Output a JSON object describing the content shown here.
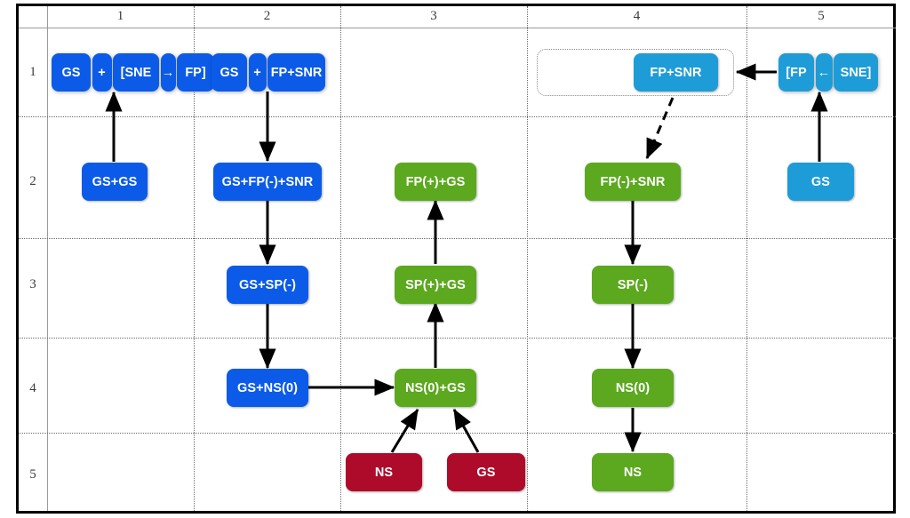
{
  "grid": {
    "column_headers": [
      "1",
      "2",
      "3",
      "4",
      "5"
    ],
    "row_headers": [
      "1",
      "2",
      "3",
      "4",
      "5"
    ]
  },
  "palette": {
    "blue": "#0B5BE8",
    "light_blue": "#1E9CD7",
    "green": "#5CA81F",
    "dark_red": "#AE0B2B",
    "grid_line": "#6B6B6B",
    "border": "#000000",
    "node_text": "#FFFFFF"
  },
  "nodes": {
    "c1r1": {
      "parts": [
        "GS",
        "+",
        "[SNE",
        "→",
        "FP]"
      ],
      "color": "blue"
    },
    "c1r2": {
      "label": "GS+GS",
      "color": "blue"
    },
    "c2r1": {
      "parts": [
        "GS",
        "+",
        "FP+SNR"
      ],
      "color": "blue"
    },
    "c2r2": {
      "label": "GS+FP(-)+SNR",
      "color": "blue"
    },
    "c2r3": {
      "label": "GS+SP(-)",
      "color": "blue"
    },
    "c2r4": {
      "label": "GS+NS(0)",
      "color": "blue"
    },
    "c3r2": {
      "label": "FP(+)+GS",
      "color": "green"
    },
    "c3r3": {
      "label": "SP(+)+GS",
      "color": "green"
    },
    "c3r4": {
      "label": "NS(0)+GS",
      "color": "green"
    },
    "c3r5a": {
      "label": "NS",
      "color": "dark_red"
    },
    "c3r5b": {
      "label": "GS",
      "color": "dark_red"
    },
    "c4r1": {
      "label": "FP+SNR",
      "color": "light_blue"
    },
    "c4r2": {
      "label": "FP(-)+SNR",
      "color": "green"
    },
    "c4r3": {
      "label": "SP(-)",
      "color": "green"
    },
    "c4r4": {
      "label": "NS(0)",
      "color": "green"
    },
    "c4r5": {
      "label": "NS",
      "color": "green"
    },
    "c5r1": {
      "parts": [
        "[FP",
        "←",
        "SNE]"
      ],
      "color": "light_blue"
    },
    "c5r2": {
      "label": "GS",
      "color": "light_blue"
    }
  },
  "edges": [
    {
      "name": "c1r1-to-c2r1",
      "style": "solid",
      "from": "c1r1",
      "to": "c2r1"
    },
    {
      "name": "c1r2-to-c1r1",
      "style": "solid",
      "from": "c1r2",
      "to": "c1r1"
    },
    {
      "name": "c2r1-to-c2r2",
      "style": "solid",
      "from": "c2r1",
      "to": "c2r2"
    },
    {
      "name": "c2r2-to-c2r3",
      "style": "solid",
      "from": "c2r2",
      "to": "c2r3"
    },
    {
      "name": "c2r3-to-c2r4",
      "style": "solid",
      "from": "c2r3",
      "to": "c2r4"
    },
    {
      "name": "c2r4-to-c3r4",
      "style": "solid",
      "from": "c2r4",
      "to": "c3r4"
    },
    {
      "name": "c3r4-to-c3r3",
      "style": "solid",
      "from": "c3r4",
      "to": "c3r3"
    },
    {
      "name": "c3r3-to-c3r2",
      "style": "solid",
      "from": "c3r3",
      "to": "c3r2"
    },
    {
      "name": "c3r5a-to-c3r4",
      "style": "solid",
      "from": "c3r5a",
      "to": "c3r4"
    },
    {
      "name": "c3r5b-to-c3r4",
      "style": "solid",
      "from": "c3r5b",
      "to": "c3r4"
    },
    {
      "name": "c5r1-to-c4r1",
      "style": "solid",
      "from": "c5r1",
      "to": "c4r1"
    },
    {
      "name": "c5r2-to-c5r1",
      "style": "solid",
      "from": "c5r2",
      "to": "c5r1"
    },
    {
      "name": "c4r1-to-c4r2",
      "style": "dashed",
      "from": "c4r1",
      "to": "c4r2"
    },
    {
      "name": "c4r2-to-c4r3",
      "style": "solid",
      "from": "c4r2",
      "to": "c4r3"
    },
    {
      "name": "c4r3-to-c4r4",
      "style": "solid",
      "from": "c4r3",
      "to": "c4r4"
    },
    {
      "name": "c4r4-to-c4r5",
      "style": "solid",
      "from": "c4r4",
      "to": "c4r5"
    }
  ]
}
